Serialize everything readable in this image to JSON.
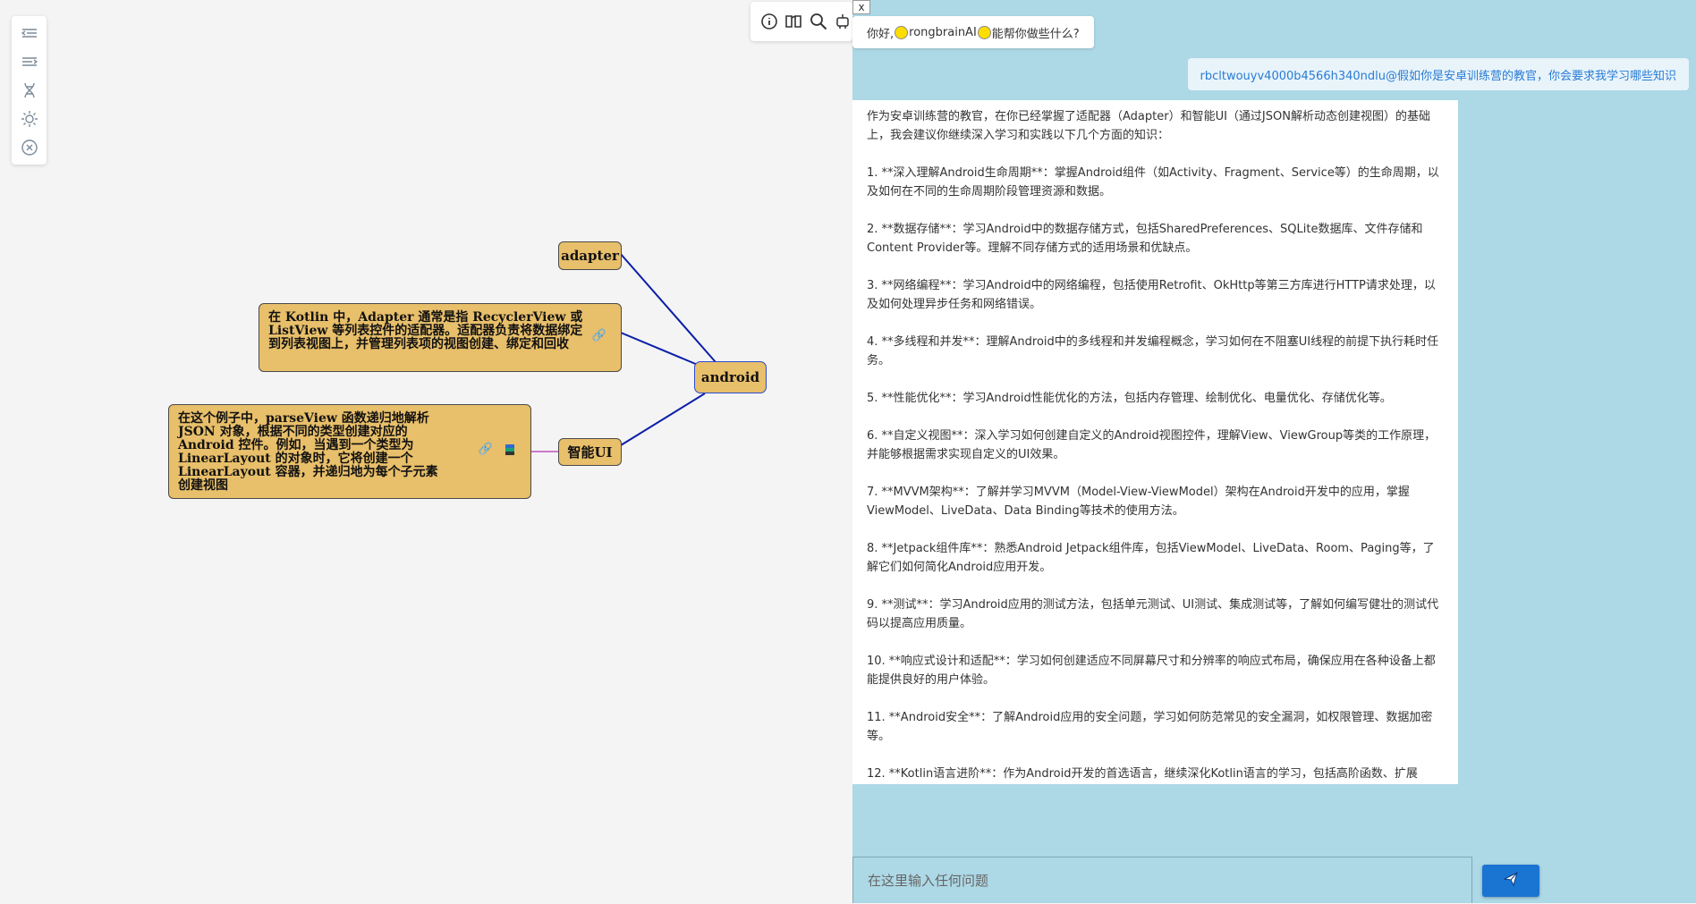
{
  "mindmap": {
    "nodes": {
      "root": "android",
      "adapter": "adapter",
      "adapter_desc": "在 Kotlin 中，Adapter 通常是指 RecyclerView 或 ListView 等列表控件的适配器。适配器负责将数据绑定到列表视图上，并管理列表项的视图创建、绑定和回收",
      "smart_ui": "智能UI",
      "smart_ui_desc": "在这个例子中，parseView 函数递归地解析 JSON 对象，根据不同的类型创建对应的 Android 控件。例如，当遇到一个类型为 LinearLayout 的对象时，它将创建一个 LinearLayout 容器，并递归地为每个子元素创建视图"
    },
    "link_icon": "🔗",
    "edge_color": "#0b1fa8",
    "branch_color": "#c050c0"
  },
  "toolbar_left": [
    "collapse-left-icon",
    "expand-right-icon",
    "dna-icon",
    "theme-sun-icon",
    "close-circle-icon"
  ],
  "toolbar_top": [
    "info-icon",
    "book-icon",
    "search-icon",
    "robot-icon"
  ],
  "chat": {
    "close_label": "x",
    "greeting_prefix": "你好,",
    "greeting_name": "rongbrainAI",
    "greeting_suffix": "能帮你做些什么?",
    "user_message": "rbcltwouyv4000b4566h340ndlu@假如你是安卓训练营的教官，你会要求我学习哪些知识",
    "answer_intro": "作为安卓训练营的教官，在你已经掌握了适配器（Adapter）和智能UI（通过JSON解析动态创建视图）的基础上，我会建议你继续深入学习和实践以下几个方面的知识：",
    "answer_items": [
      "1. **深入理解Android生命周期**：掌握Android组件（如Activity、Fragment、Service等）的生命周期，以及如何在不同的生命周期阶段管理资源和数据。",
      "2. **数据存储**：学习Android中的数据存储方式，包括SharedPreferences、SQLite数据库、文件存储和Content Provider等。理解不同存储方式的适用场景和优缺点。",
      "3. **网络编程**：学习Android中的网络编程，包括使用Retrofit、OkHttp等第三方库进行HTTP请求处理，以及如何处理异步任务和网络错误。",
      "4. **多线程和并发**：理解Android中的多线程和并发编程概念，学习如何在不阻塞UI线程的前提下执行耗时任务。",
      "5. **性能优化**：学习Android性能优化的方法，包括内存管理、绘制优化、电量优化、存储优化等。",
      "6. **自定义视图**：深入学习如何创建自定义的Android视图控件，理解View、ViewGroup等类的工作原理，并能够根据需求实现自定义的UI效果。",
      "7. **MVVM架构**：了解并学习MVVM（Model-View-ViewModel）架构在Android开发中的应用，掌握ViewModel、LiveData、Data Binding等技术的使用方法。",
      "8. **Jetpack组件库**：熟悉Android Jetpack组件库，包括ViewModel、LiveData、Room、Paging等，了解它们如何简化Android应用开发。",
      "9. **测试**：学习Android应用的测试方法，包括单元测试、UI测试、集成测试等，了解如何编写健壮的测试代码以提高应用质量。",
      "10. **响应式设计和适配**：学习如何创建适应不同屏幕尺寸和分辨率的响应式布局，确保应用在各种设备上都能提供良好的用户体验。",
      "11. **Android安全**：了解Android应用的安全问题，学习如何防范常见的安全漏洞，如权限管理、数据加密等。",
      "12. **Kotlin语言进阶**：作为Android开发的首选语言，继续深化Kotlin语言的学习，包括高阶函数、扩展"
    ],
    "input_placeholder": "在这里输入任何问题",
    "send_icon": "send-plane-icon"
  }
}
